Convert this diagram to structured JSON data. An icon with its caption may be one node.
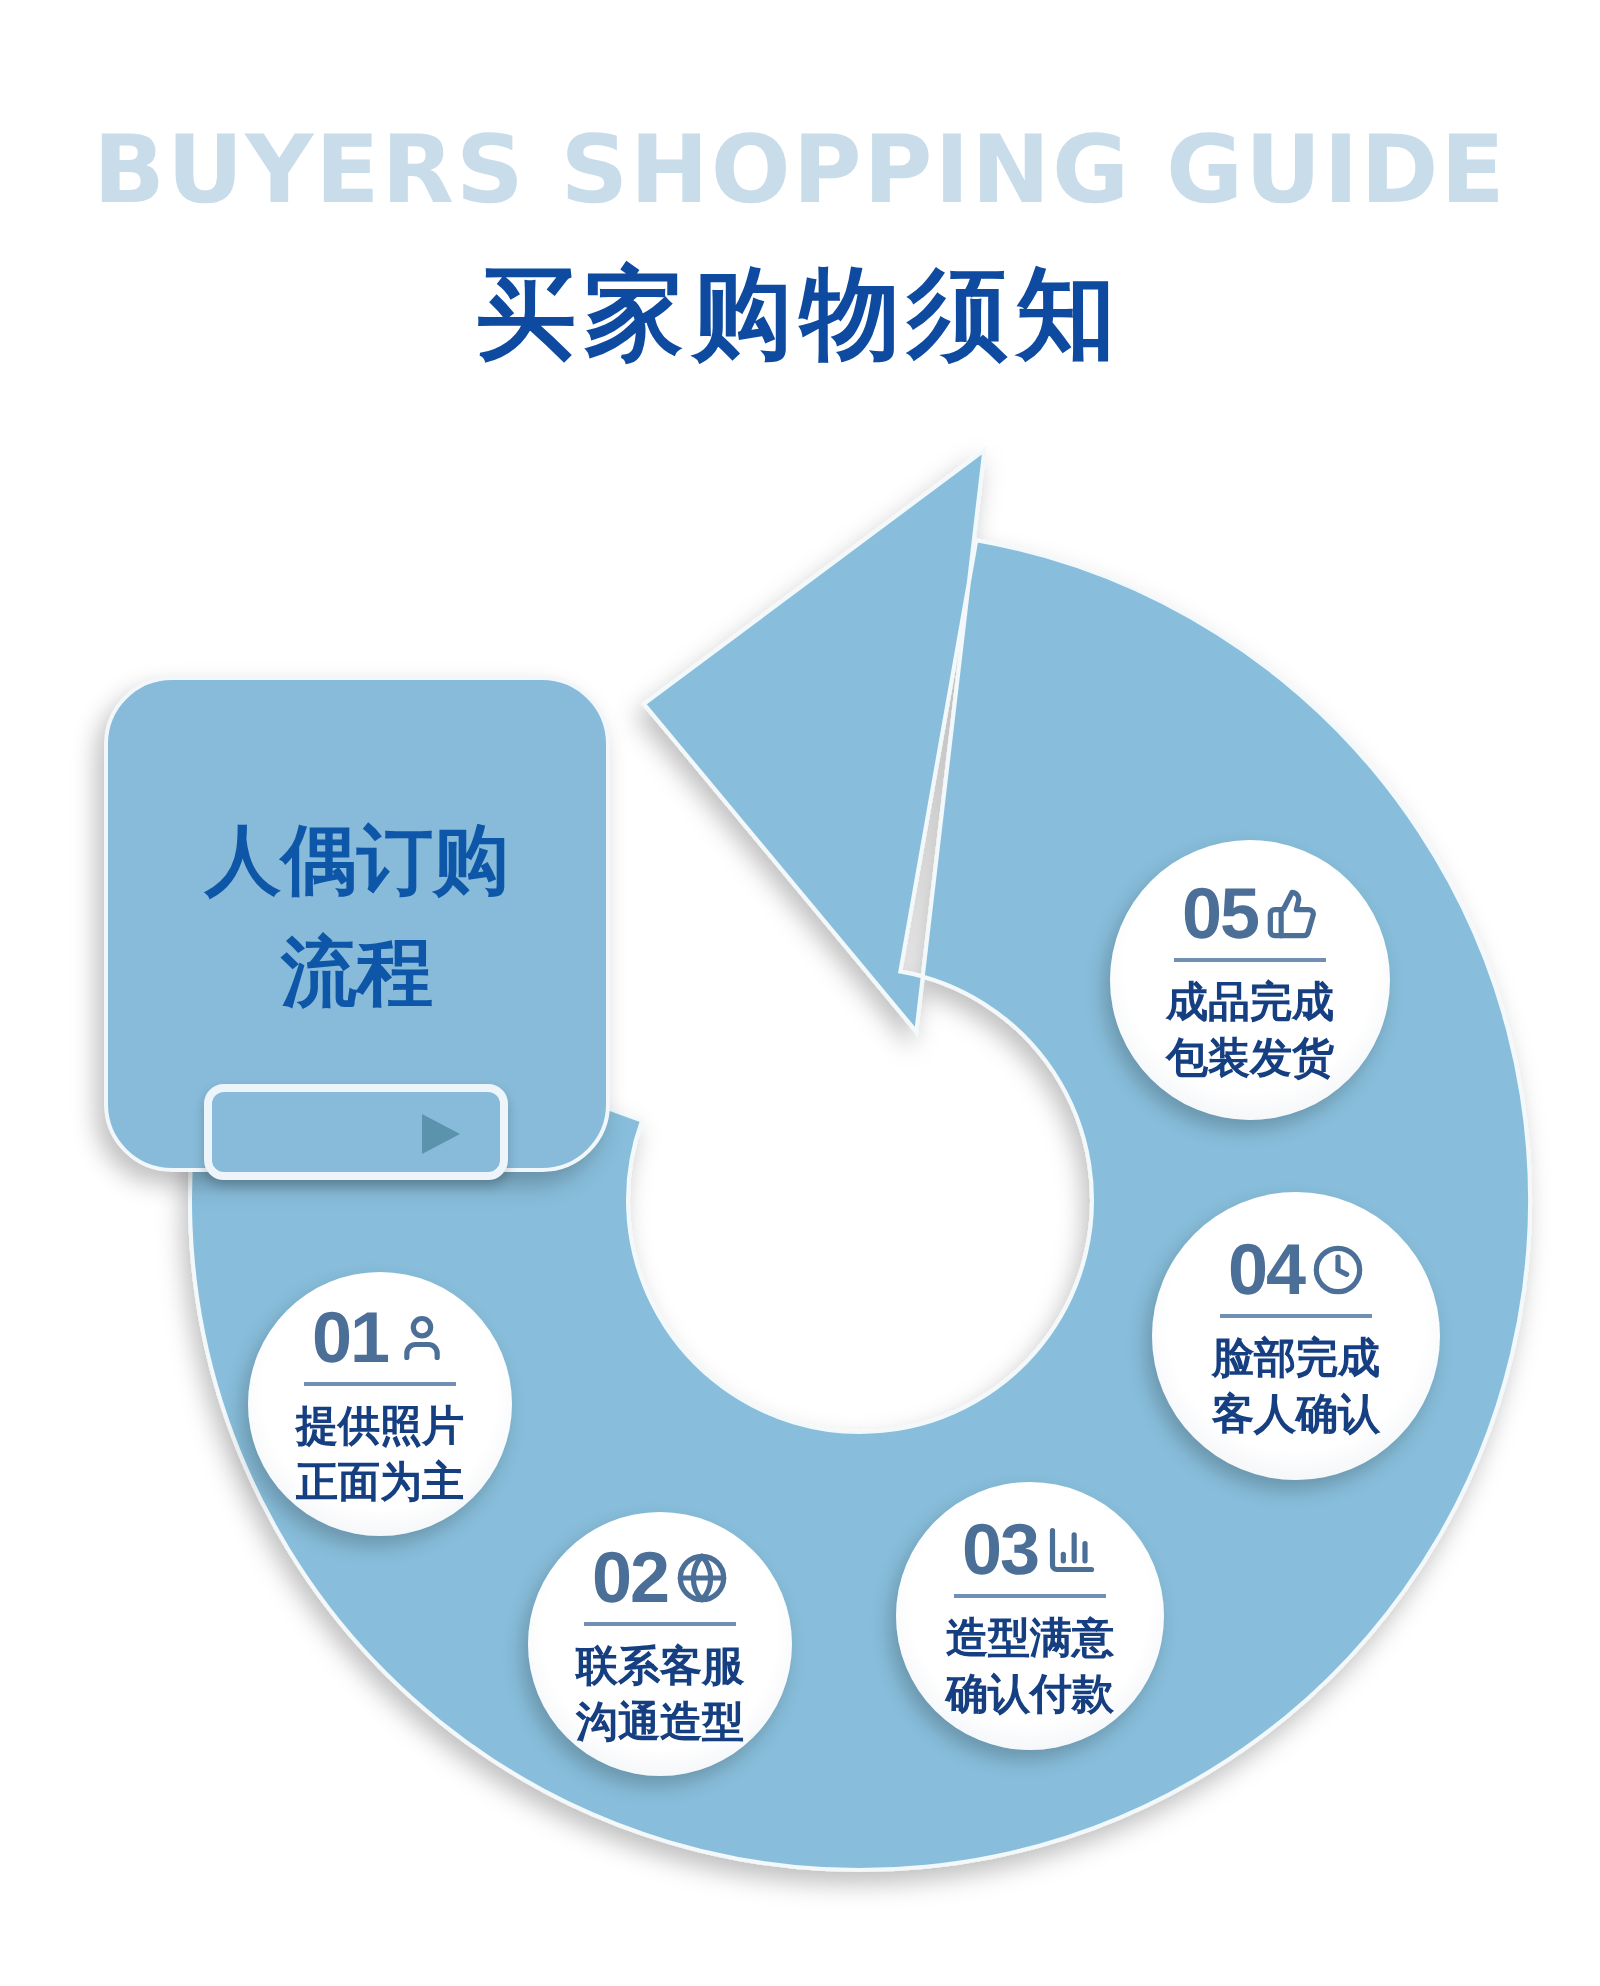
{
  "diagram": {
    "title": "BUYERS SHOPPING GUIDE",
    "nodes": [
      {
        "text": [
          "人偶订购流程"
        ]
      },
      {
        "text": [
          "01",
          "提供照片正面为主"
        ]
      },
      {
        "text": [
          "02",
          "联系客服沟通造型"
        ]
      },
      {
        "text": [
          "03",
          "造型满意确认付款"
        ]
      },
      {
        "text": [
          "04",
          "脸部完成客人确认"
        ]
      },
      {
        "text": [
          "05",
          "成品完成包装发货"
        ]
      }
    ],
    "labels": [
      "买家购物须知"
    ]
  }
}
